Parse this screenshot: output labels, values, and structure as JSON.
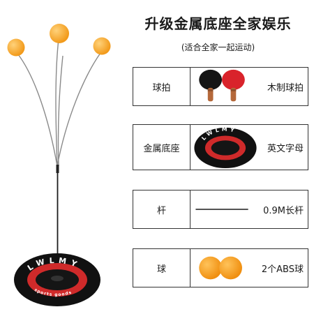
{
  "page": {
    "title": "升级金属底座全家娱乐",
    "subtitle": "(适合全家一起运动)"
  },
  "base_disc": {
    "brand": "LWLMY",
    "ring_text": "sports goods"
  },
  "specs": [
    {
      "label": "球拍",
      "value": "木制球拍",
      "visual": "paddles-icon"
    },
    {
      "label": "金属底座",
      "value": "英文字母",
      "visual": "base-disc-icon"
    },
    {
      "label": "杆",
      "value": "0.9M长杆",
      "visual": "rod-line-icon"
    },
    {
      "label": "球",
      "value": "2个ABS球",
      "visual": "balls-icon"
    }
  ],
  "colors": {
    "ball_orange": "#f5a623",
    "disc_black": "#111111",
    "disc_red": "#d7262a",
    "paddle_red": "#d9232b",
    "handle_brown": "#b5683a"
  }
}
